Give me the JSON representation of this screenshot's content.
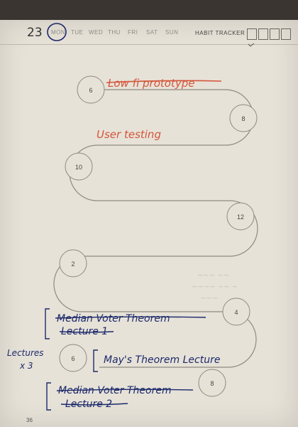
{
  "header": {
    "date": "23",
    "days": [
      "MON",
      "TUE",
      "WED",
      "THU",
      "FRI",
      "SAT",
      "SUN"
    ],
    "selected_day": "MON",
    "habit_tracker_label": "HABIT TRACKER"
  },
  "timeline": {
    "hours": [
      "6",
      "8",
      "10",
      "12",
      "2",
      "4",
      "6",
      "8"
    ]
  },
  "notes": {
    "low_fi": "Low fi prototype",
    "user_testing": "User testing",
    "median_voter_1a": "Median Voter Theorem",
    "median_voter_1b": "Lecture 1",
    "lectures_a": "Lectures",
    "lectures_b": "x 3",
    "mays_theorem": "May's Theorem Lecture",
    "median_voter_2a": "Median Voter Theorem",
    "median_voter_2b": "Lecture 2"
  },
  "footer": {
    "page_number": "36"
  },
  "colors": {
    "paper": "#e7e2d8",
    "red_ink": "#d4553a",
    "blue_ink": "#1c2a6b",
    "line": "#8f8a82"
  }
}
